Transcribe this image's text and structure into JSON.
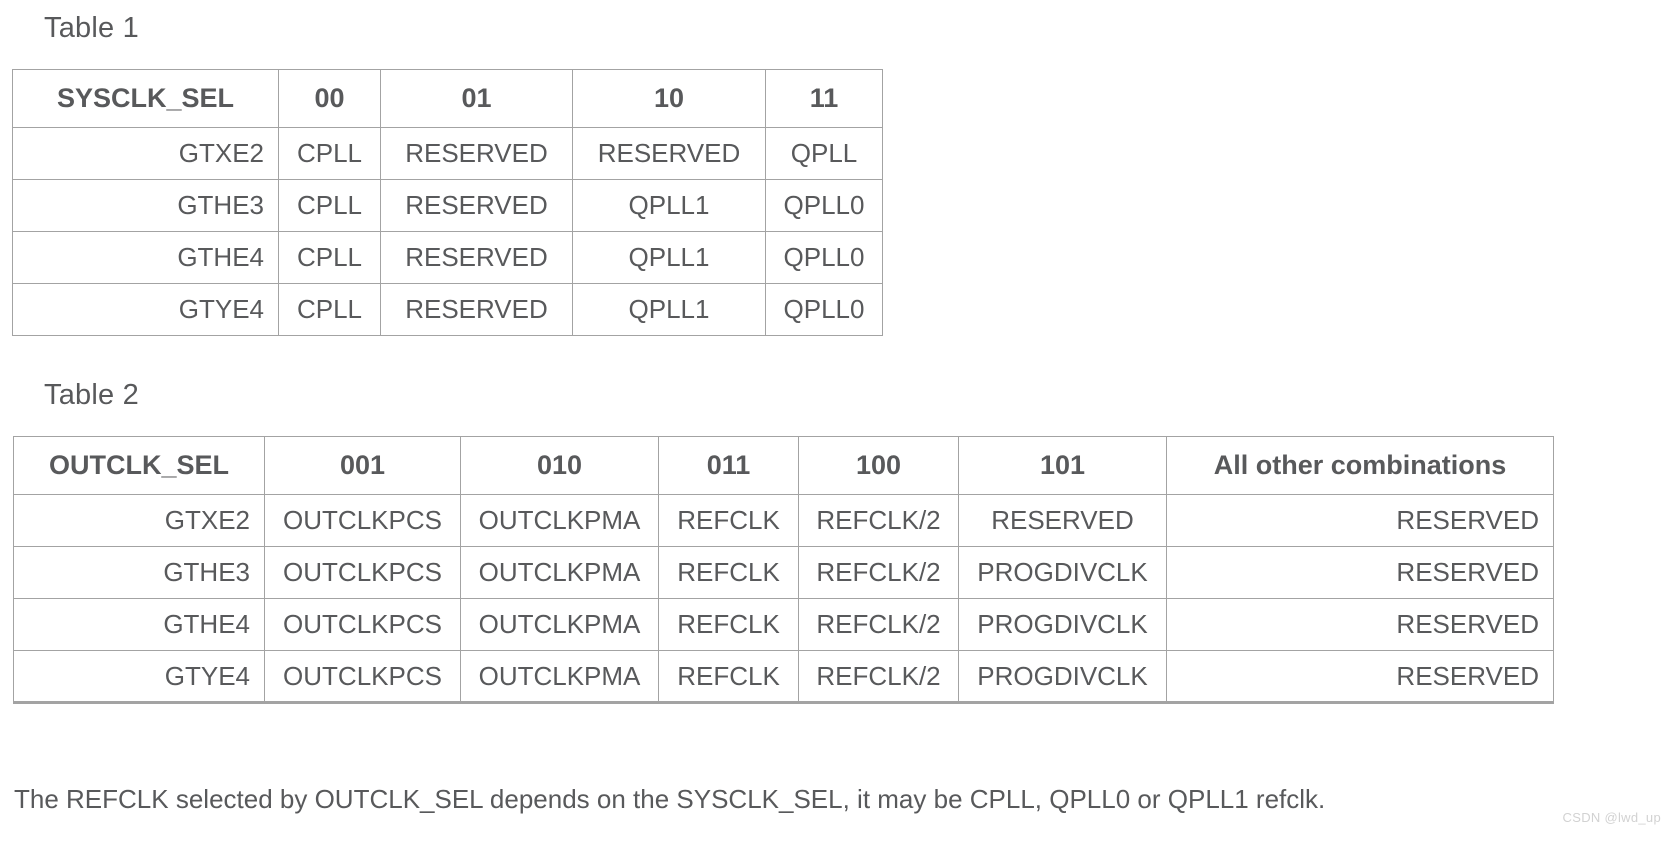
{
  "document": {
    "table_1": {
      "caption": "Table 1",
      "headers": [
        "SYSCLK_SEL",
        "00",
        "01",
        "10",
        "11"
      ],
      "rows": [
        [
          "GTXE2",
          "CPLL",
          "RESERVED",
          "RESERVED",
          "QPLL"
        ],
        [
          "GTHE3",
          "CPLL",
          "RESERVED",
          "QPLL1",
          "QPLL0"
        ],
        [
          "GTHE4",
          "CPLL",
          "RESERVED",
          "QPLL1",
          "QPLL0"
        ],
        [
          "GTYE4",
          "CPLL",
          "RESERVED",
          "QPLL1",
          "QPLL0"
        ]
      ]
    },
    "table_2": {
      "caption": "Table 2",
      "headers": [
        "OUTCLK_SEL",
        "001",
        "010",
        "011",
        "100",
        "101",
        "All other combinations"
      ],
      "rows": [
        [
          "GTXE2",
          "OUTCLKPCS",
          "OUTCLKPMA",
          "REFCLK",
          "REFCLK/2",
          "RESERVED",
          "RESERVED"
        ],
        [
          "GTHE3",
          "OUTCLKPCS",
          "OUTCLKPMA",
          "REFCLK",
          "REFCLK/2",
          "PROGDIVCLK",
          "RESERVED"
        ],
        [
          "GTHE4",
          "OUTCLKPCS",
          "OUTCLKPMA",
          "REFCLK",
          "REFCLK/2",
          "PROGDIVCLK",
          "RESERVED"
        ],
        [
          "GTYE4",
          "OUTCLKPCS",
          "OUTCLKPMA",
          "REFCLK",
          "REFCLK/2",
          "PROGDIVCLK",
          "RESERVED"
        ]
      ]
    },
    "footnote": "The REFCLK selected by OUTCLK_SEL depends on the SYSCLK_SEL, it may be CPLL, QPLL0 or QPLL1 refclk.",
    "watermark": "CSDN @lwd_up",
    "colors": {
      "text": "#58595b",
      "border": "#a3a3a3",
      "background": "#ffffff",
      "watermark": "#d2d2d2"
    }
  }
}
